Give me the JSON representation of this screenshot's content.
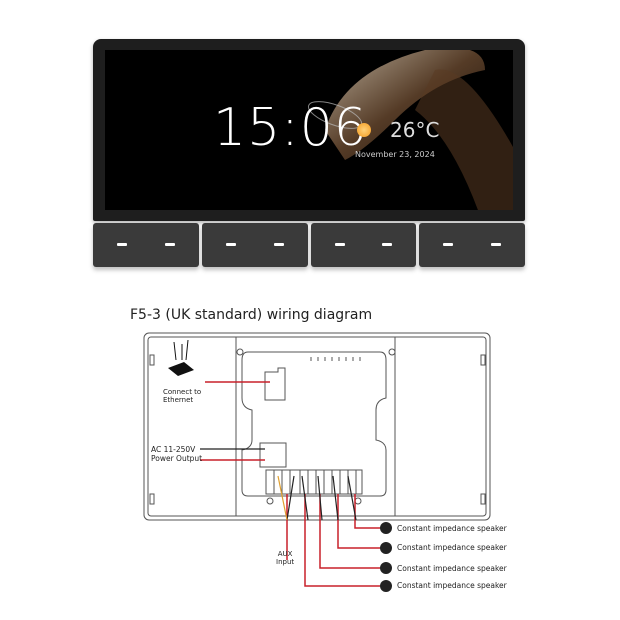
{
  "device": {
    "screen": {
      "time": "15:06",
      "temperature": "26°C",
      "date": "November 23, 2024",
      "weather_icon": "sun-icon"
    },
    "key_count": 4,
    "leds_per_key": 2
  },
  "diagram": {
    "title": "F5-3 (UK standard) wiring diagram",
    "ethernet_label_line1": "Connect to",
    "ethernet_label_line2": "Ethernet",
    "power_label_line1": "AC 11-250V",
    "power_label_line2": "Power Output",
    "aux_label_line1": "AUX",
    "aux_label_line2": "Input",
    "speakers": [
      {
        "label": "Constant impedance speaker"
      },
      {
        "label": "Constant impedance speaker"
      },
      {
        "label": "Constant impedance speaker"
      },
      {
        "label": "Constant impedance speaker"
      }
    ],
    "colors": {
      "wire_red": "#c8202a",
      "wire_black": "#222222",
      "wire_yellow": "#e0a030",
      "outline": "#555555"
    }
  }
}
